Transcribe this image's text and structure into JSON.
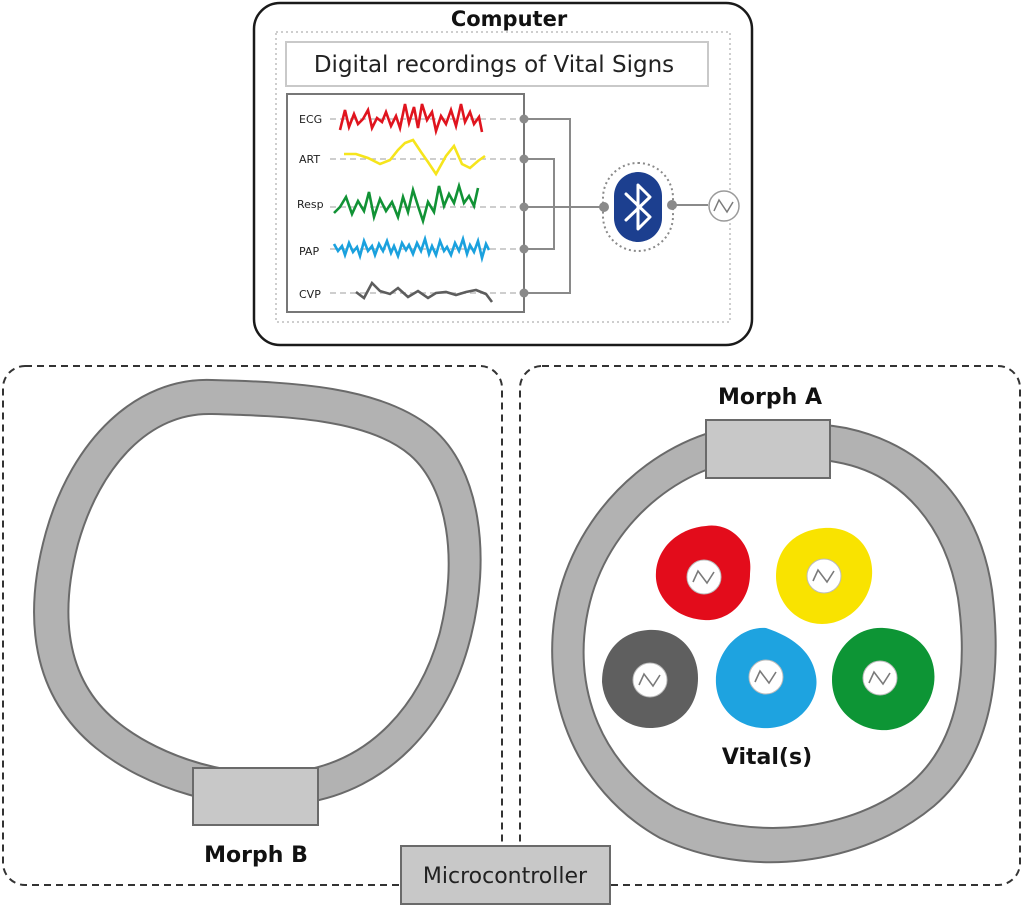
{
  "computer": {
    "title": "Computer",
    "recordings_label": "Digital recordings of Vital Signs",
    "signals": [
      {
        "label": "ECG",
        "color": "#e0141e"
      },
      {
        "label": "ART",
        "color": "#f6e51c"
      },
      {
        "label": "Resp",
        "color": "#119235"
      },
      {
        "label": "PAP",
        "color": "#1aa1de"
      },
      {
        "label": "CVP",
        "color": "#5d5d5d"
      }
    ],
    "bluetooth_color": "#1c3f8f",
    "bluetooth_icon": "bluetooth-icon",
    "sensor_icon": "wave-sensor-icon"
  },
  "morph_b": {
    "label": "Morph B"
  },
  "morph_a": {
    "label": "Morph A"
  },
  "vitals": {
    "label": "Vital(s)",
    "colors": [
      "#e30c1b",
      "#f9e300",
      "#5f5f5f",
      "#1ea3e0",
      "#0d9535"
    ]
  },
  "microcontroller": {
    "label": "Microcontroller"
  }
}
